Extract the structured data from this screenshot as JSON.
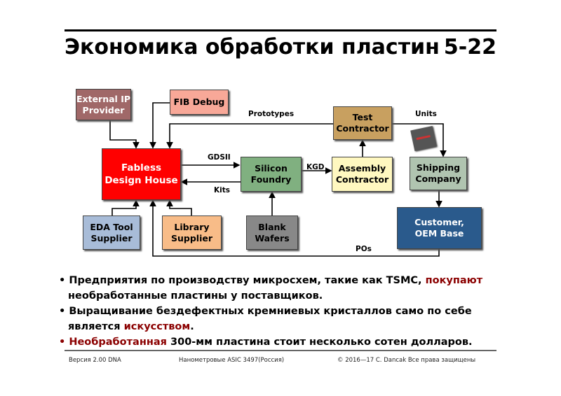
{
  "header": {
    "title": "Экономика обработки пластин",
    "slide_number": "5-22"
  },
  "diagram": {
    "nodes": {
      "external_ip": "External IP\nProvider",
      "fib_debug": "FIB Debug",
      "fabless": "Fabless\nDesign House",
      "silicon_foundry": "Silicon\nFoundry",
      "assembly": "Assembly\nContractor",
      "test": "Test\nContractor",
      "shipping": "Shipping\nCompany",
      "customer": "Customer,\nOEM Base",
      "eda": "EDA Tool\nSupplier",
      "library": "Library\nSupplier",
      "blank": "Blank\nWafers"
    },
    "edges": {
      "prototypes": "Prototypes",
      "units": "Units",
      "gdsii": "GDSII",
      "kits": "Kits",
      "kgd": "KGD",
      "pos": "POs"
    },
    "colors": {
      "external_ip": "#a06868",
      "fib_debug": "#f8a898",
      "fabless": "#ff0000",
      "silicon_foundry": "#80b080",
      "assembly": "#fff8c0",
      "test": "#c8a060",
      "shipping": "#b0c4b0",
      "customer": "#2a5a8c",
      "eda": "#a8bcd8",
      "library": "#f8bc88",
      "blank": "#888888"
    }
  },
  "bullets": [
    {
      "before": "Предприятия по производству микросхем, такие как TSMC, ",
      "highlight": "покупают",
      "after": " необработанные пластины у поставщиков."
    },
    {
      "before": "Выращивание бездефектных кремниевых кристаллов само по себе является ",
      "highlight": "искусством",
      "after": "."
    },
    {
      "highlight": "Необработанная",
      "after": " 300-мм пластина стоит несколько сотен долларов."
    }
  ],
  "footer": {
    "version": "Версия 2.00 DNA",
    "course": "Нанометровые ASIC 3497(Россия)",
    "copyright": "© 2016—17 C. Dancak  Все права защищены"
  }
}
